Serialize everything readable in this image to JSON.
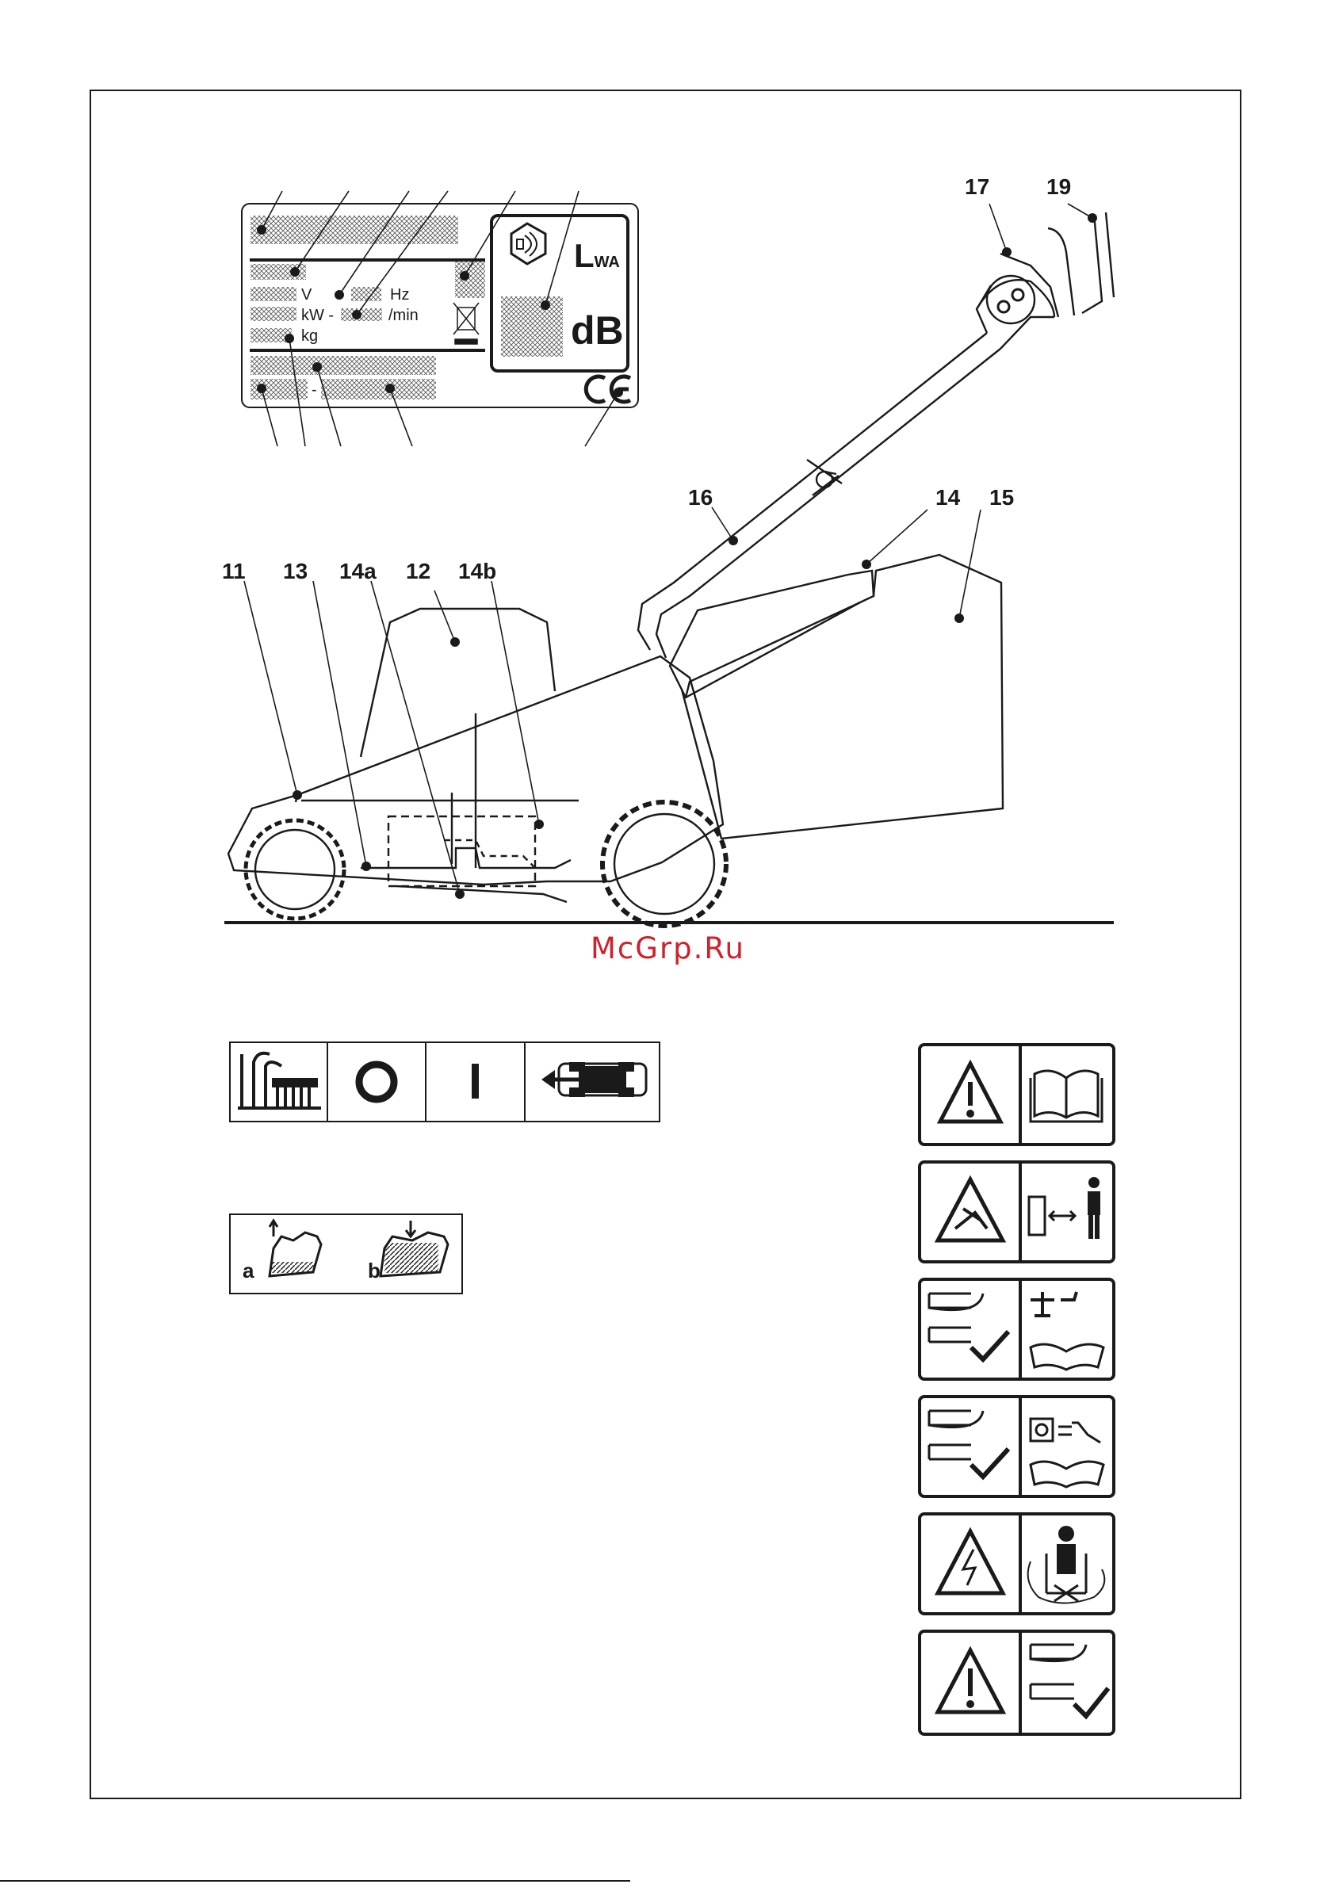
{
  "watermark": "McGrp.Ru",
  "callouts": {
    "c11": "11",
    "c12": "12",
    "c13": "13",
    "c14": "14",
    "c14a": "14a",
    "c14b": "14b",
    "c15": "15",
    "c16": "16",
    "c17": "17",
    "c19": "19"
  },
  "rating_plate": {
    "unit_v": "V",
    "unit_hz": "Hz",
    "unit_kw": "kW -",
    "unit_min": "/min",
    "unit_kg": "kg",
    "dash": "-",
    "lwa_l": "L",
    "lwa_sub": "WA",
    "db": "dB"
  },
  "controls_strip": {
    "symbols": [
      "grass-height-icon",
      "off-symbol-o",
      "on-symbol-i",
      "mower-drive-icon"
    ],
    "off_label": "O",
    "on_label": "I"
  },
  "collector_indicator": {
    "label_a": "a",
    "label_b": "b"
  },
  "safety_labels": [
    "warning-read-manual-icon",
    "warning-keep-bystanders-away-icon",
    "warning-disconnect-spark-plug-icon",
    "warning-unplug-before-maintenance-icon",
    "warning-electric-shock-cable-icon",
    "warning-blade-hazard-icon"
  ]
}
